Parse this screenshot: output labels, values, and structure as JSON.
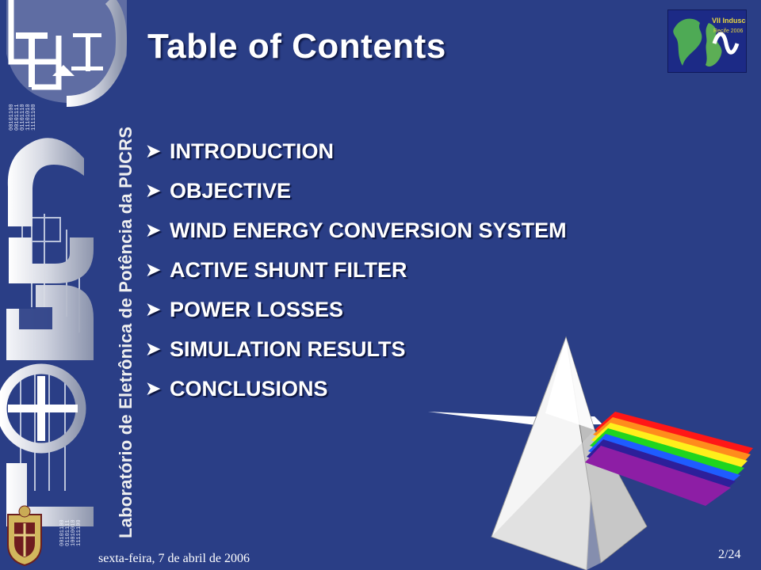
{
  "slide": {
    "title": "Table of Contents",
    "items": [
      {
        "bullet": "➤",
        "label": "INTRODUCTION"
      },
      {
        "bullet": "➤",
        "label": "OBJECTIVE"
      },
      {
        "bullet": "➤",
        "label": "WIND ENERGY CONVERSION SYSTEM"
      },
      {
        "bullet": "➤",
        "label": "ACTIVE SHUNT FILTER"
      },
      {
        "bullet": "➤",
        "label": "POWER LOSSES"
      },
      {
        "bullet": "➤",
        "label": "SIMULATION RESULTS"
      },
      {
        "bullet": "➤",
        "label": "CONCLUSIONS"
      }
    ],
    "footer_date": "sexta-feira, 7 de abril de 2006",
    "page_number": "2/24"
  },
  "branding": {
    "vertical_text": "Laboratório de Eletrônica de Potência da PUCRS",
    "logo_main": "LEPUC",
    "event_logo_title": "VII Induscon",
    "event_logo_subtitle": "Recife 2006"
  },
  "colors": {
    "background": "#2a3e86",
    "title_text": "#ffffff",
    "logo_background": "#1c2a86",
    "logo_accent": "#e7d640"
  },
  "icons": {
    "toc_bullet": "bullet-icon",
    "prism": "prism-icon"
  }
}
